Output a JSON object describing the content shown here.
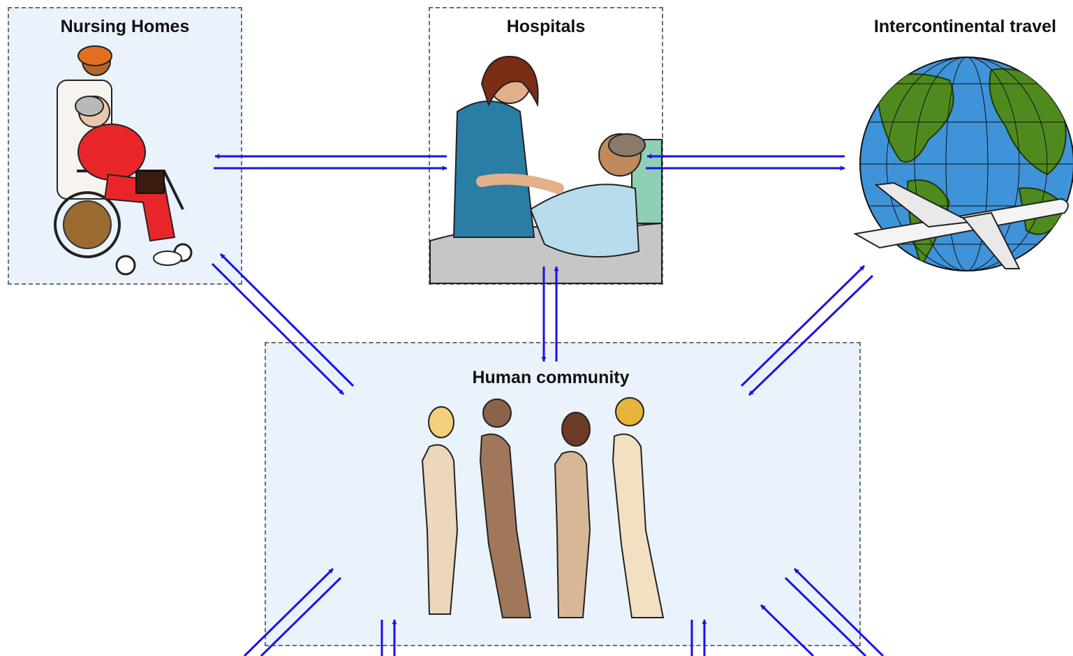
{
  "diagram": {
    "nodes": {
      "nursing_homes": {
        "label": "Nursing Homes",
        "icon": "caregiver-with-wheelchair-patient"
      },
      "hospitals": {
        "label": "Hospitals",
        "icon": "nurse-with-bedridden-patient"
      },
      "travel": {
        "label": "Intercontinental travel",
        "icon": "globe-with-airplane"
      },
      "community": {
        "label": "Human community",
        "icon": "group-of-four-people"
      }
    },
    "connections": [
      {
        "from": "hospitals",
        "to": "nursing_homes"
      },
      {
        "from": "nursing_homes",
        "to": "hospitals"
      },
      {
        "from": "travel",
        "to": "hospitals"
      },
      {
        "from": "hospitals",
        "to": "travel"
      },
      {
        "from": "hospitals",
        "to": "community"
      },
      {
        "from": "community",
        "to": "hospitals"
      },
      {
        "from": "nursing_homes",
        "to": "community"
      },
      {
        "from": "community",
        "to": "nursing_homes"
      },
      {
        "from": "travel",
        "to": "community"
      },
      {
        "from": "community",
        "to": "travel"
      }
    ],
    "colors": {
      "arrow": "#1a12e6",
      "panel_fill": "#eaf2fc",
      "panel_border": "#6e6e6e",
      "ocean": "#3f93d8",
      "land": "#4f8a1e"
    }
  }
}
